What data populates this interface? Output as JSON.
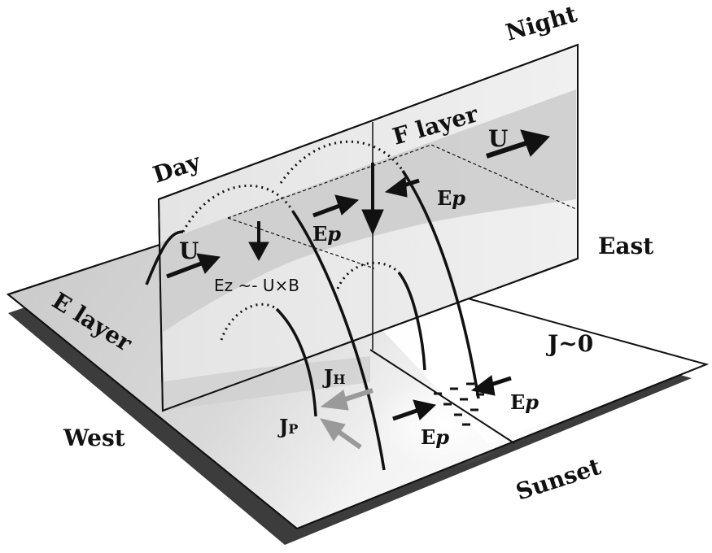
{
  "diagram": {
    "labels": {
      "day": "Day",
      "night": "Night",
      "f_layer": "F layer",
      "e_layer": "E layer",
      "east": "East",
      "west": "West",
      "sunset": "Sunset",
      "u_left": "U",
      "u_right": "U",
      "ep_top_left": "E",
      "ep_top_right": "E",
      "ep_bottom": "E",
      "ep_bottom_right": "E",
      "ep_sub": "p",
      "ez_formula": "Ez ~- U×B",
      "j_zero": "J~0",
      "jh": "J",
      "jh_sub": "H",
      "jp": "J",
      "jp_sub": "P"
    },
    "colors": {
      "ink": "#111111",
      "sheet": "#d6d6d6",
      "shadow": "#3c3c3c",
      "panel": "#ececec",
      "panel_band": "#cfcfcf",
      "gray_arrow": "#9a9a9a"
    }
  }
}
